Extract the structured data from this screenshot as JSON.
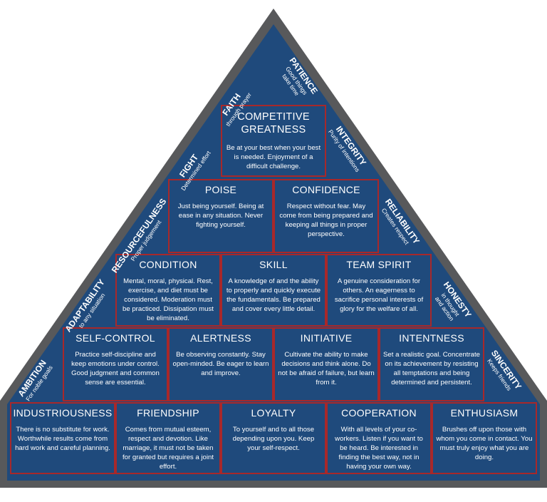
{
  "tiers": [
    {
      "blocks": [
        {
          "title": "COMPETITIVE\nGREATNESS",
          "desc": "Be at your best when your best is needed. Enjoyment of a difficult challenge."
        }
      ]
    },
    {
      "blocks": [
        {
          "title": "POISE",
          "desc": "Just being yourself. Being at ease in any situation. Never fighting yourself."
        },
        {
          "title": "CONFIDENCE",
          "desc": "Respect without fear. May come from being prepared and keeping all things in proper perspective."
        }
      ]
    },
    {
      "blocks": [
        {
          "title": "CONDITION",
          "desc": "Mental, moral, physical. Rest, exercise, and diet must be considered. Moderation must be practiced. Dissipation must be eliminated."
        },
        {
          "title": "SKILL",
          "desc": "A knowledge of and the ability to properly and quickly execute the fundamentals. Be prepared and cover every little detail."
        },
        {
          "title": "TEAM SPIRIT",
          "desc": "A genuine consideration for others. An eagerness to sacrifice personal interests of glory for the welfare of all."
        }
      ]
    },
    {
      "blocks": [
        {
          "title": "SELF-CONTROL",
          "desc": "Practice self-discipline and keep emotions under control. Good judgment and common sense are essential."
        },
        {
          "title": "ALERTNESS",
          "desc": "Be observing constantly. Stay open-minded. Be eager to learn and improve."
        },
        {
          "title": "INITIATIVE",
          "desc": "Cultivate the ability to make decisions and think alone. Do not be afraid of failure, but learn from it."
        },
        {
          "title": "INTENTNESS",
          "desc": "Set a realistic goal. Concentrate on its achievement by resisting all temptations and being determined and persistent."
        }
      ]
    },
    {
      "blocks": [
        {
          "title": "INDUSTRIOUSNESS",
          "desc": "There is no substitute for work. Worthwhile results come from hard work and careful planning."
        },
        {
          "title": "FRIENDSHIP",
          "desc": "Comes from mutual esteem, respect and devotion. Like marriage, it must not be taken for granted but requires a joint effort."
        },
        {
          "title": "LOYALTY",
          "desc": "To yourself and to all those depending upon you. Keep your self-respect."
        },
        {
          "title": "COOPERATION",
          "desc": "With all levels of your co-workers. Listen if you want to be heard. Be interested in finding the best way, not in having your own way."
        },
        {
          "title": "ENTHUSIASM",
          "desc": "Brushes off upon those with whom you come in contact. You must truly enjoy what you are doing."
        }
      ]
    }
  ],
  "left_side": [
    {
      "name": "FAITH",
      "sub": "through prayer"
    },
    {
      "name": "FIGHT",
      "sub": "Determined effort"
    },
    {
      "name": "RESOURCEFULNESS",
      "sub": "Proper judgement"
    },
    {
      "name": "ADAPTABILITY",
      "sub": "to any situation"
    },
    {
      "name": "AMBITION",
      "sub": "For noble goals"
    }
  ],
  "right_side": [
    {
      "name": "PATIENCE",
      "sub": "Good things take time"
    },
    {
      "name": "INTEGRITY",
      "sub": "Purity of intentions"
    },
    {
      "name": "RELIABILITY",
      "sub": "Creates respect"
    },
    {
      "name": "HONESTY",
      "sub": "in thought and action"
    },
    {
      "name": "SINCERITY",
      "sub": "Keeps friends"
    }
  ],
  "colors": {
    "border": "#58595b",
    "fill": "#1f4a7c",
    "block_border": "#a8282a",
    "text": "#ffffff"
  }
}
